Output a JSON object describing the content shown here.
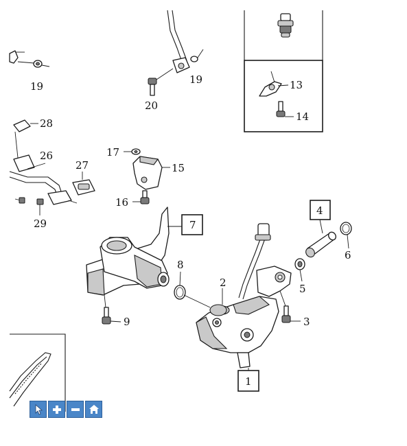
{
  "callouts": {
    "c1": "1",
    "c2": "2",
    "c3": "3",
    "c4": "4",
    "c5": "5",
    "c6": "6",
    "c7": "7",
    "c8": "8",
    "c9": "9",
    "c13": "13",
    "c14": "14",
    "c15": "15",
    "c16": "16",
    "c17": "17",
    "c19a": "19",
    "c19b": "19",
    "c20": "20",
    "c26": "26",
    "c27": "27",
    "c28": "28",
    "c29": "29"
  },
  "toolbar": {
    "buttons": [
      {
        "name": "select-tool-button",
        "icon": "cursor-icon"
      },
      {
        "name": "zoom-in-button",
        "icon": "plus-icon"
      },
      {
        "name": "zoom-out-button",
        "icon": "minus-icon"
      },
      {
        "name": "home-button",
        "icon": "home-icon"
      }
    ],
    "accent": "#4a86c8"
  }
}
